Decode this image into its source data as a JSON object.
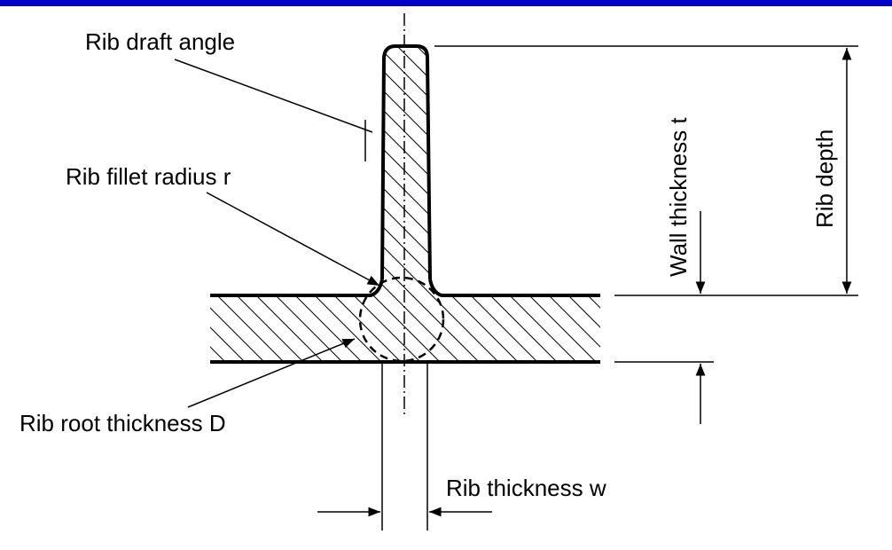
{
  "colors": {
    "top_bar": "#0000cc",
    "line": "#000000",
    "background": "#ffffff"
  },
  "labels": {
    "rib_draft_angle": "Rib draft angle",
    "rib_fillet_radius": "Rib fillet radius r",
    "rib_root_thickness": "Rib root thickness D",
    "rib_thickness": "Rib thickness w",
    "wall_thickness": "Wall thickness t",
    "rib_depth": "Rib depth"
  }
}
